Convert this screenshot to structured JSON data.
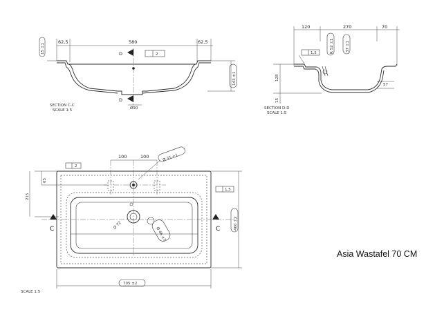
{
  "title": "Asia Wastafel 70 CM",
  "section_cc": {
    "label": "SECTION C-C",
    "scale": "SCALE 1:5",
    "dims": {
      "left": "62,5",
      "width": "580",
      "right": "62,5",
      "height": "143 ±1",
      "top": "15 ±1",
      "drain": "Ø90"
    },
    "tolerance": "2",
    "section_mark": "D"
  },
  "section_dd": {
    "label": "SECTION D-D",
    "scale": "SCALE 1:5",
    "dims": {
      "a": "120",
      "b": "270",
      "c": "70",
      "depth": "128",
      "r1": "R 52 ±1",
      "r2": "37 ±1",
      "bottom": "57",
      "base": "15"
    },
    "tolerance": "1,5"
  },
  "plan_view": {
    "dims": {
      "hole_left": "100",
      "hole_right": "100",
      "tap": "Ø 35 ±1",
      "top_offset": "65",
      "center": "215",
      "drain": "Ø 72",
      "overflow": "Ø 46 ±1",
      "width": "705 ±2",
      "depth": "460 ±2"
    },
    "tolerance_top": "2",
    "tolerance_right": "1,5",
    "section_mark": "C",
    "scale": "SCALE 1:5"
  }
}
